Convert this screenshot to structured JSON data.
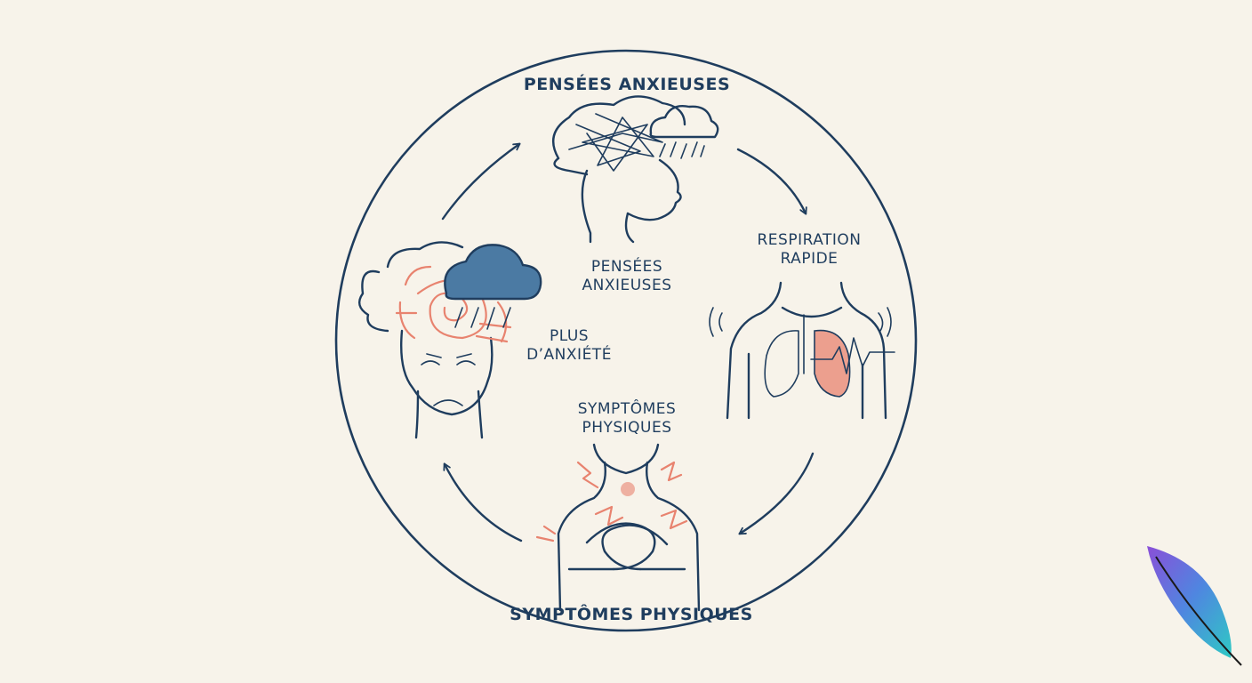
{
  "diagram": {
    "ring_labels": {
      "top": "Pensées anxieuses",
      "bottom": "Symptômes physiques"
    },
    "stages": [
      {
        "id": "thoughts",
        "lines": [
          "Pensées",
          "anxieuses"
        ],
        "icon": "head-tangled-thoughts-icon"
      },
      {
        "id": "breathing",
        "lines": [
          "Respiration",
          "rapide"
        ],
        "icon": "torso-lungs-heartbeat-icon"
      },
      {
        "id": "symptoms",
        "lines": [
          "Symptômes",
          "physiques"
        ],
        "icon": "chest-pain-hands-icon"
      },
      {
        "id": "anxiety",
        "lines": [
          "Plus",
          "d’anxiété"
        ],
        "icon": "worried-face-storm-icon"
      }
    ],
    "flow": "clockwise",
    "colors": {
      "background": "#f7f3ea",
      "ink": "#1f3d5e",
      "accent_coral": "#e8836f",
      "cloud_blue": "#4b7aa3"
    },
    "logo": "feather-icon"
  }
}
